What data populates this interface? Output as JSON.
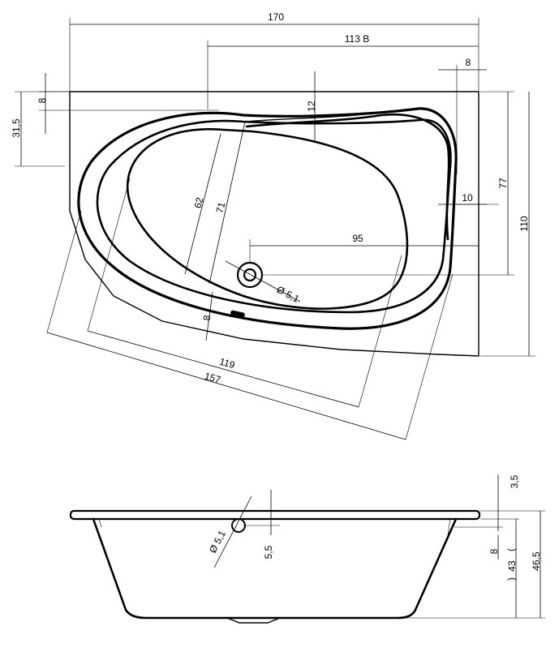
{
  "top_view": {
    "dim_overall_width": "170",
    "dim_width_b": "113 B",
    "dim_rim_right": "8",
    "dim_rim_left": "8",
    "dim_left_height": "31,5",
    "dim_top_rim": "12",
    "dim_inner_width": "62",
    "dim_outer_width": "71",
    "dim_side_rim": "10",
    "dim_right_height": "77",
    "dim_total_height": "110",
    "dim_drain_offset": "95",
    "dim_drain_diameter": "Ø 5,1",
    "dim_bottom_rim": "8",
    "dim_inner_length": "119",
    "dim_outer_length": "157"
  },
  "side_view": {
    "dim_overflow_diameter": "Ø 5,1",
    "dim_overflow_height": "5,5",
    "dim_rim_thickness": "3,5",
    "dim_rim_drop": "8",
    "dim_depth_inner": "43",
    "dim_depth_total": "46,5"
  },
  "colors": {
    "line": "#000000",
    "background": "#ffffff"
  }
}
